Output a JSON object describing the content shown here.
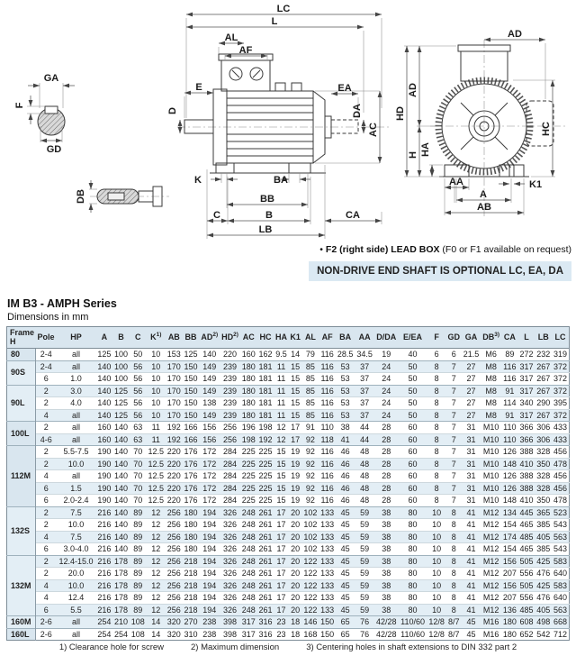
{
  "title": "IM B3 - AMPH Series",
  "subtitle": "Dimensions in mm",
  "notes": {
    "f2_bullet": "•",
    "f2_bold": "F2 (right side) LEAD BOX",
    "f2_rest": "(F0 or F1 available on request)",
    "banner": "NON-DRIVE END SHAFT IS OPTIONAL LC, EA, DA"
  },
  "drawing": {
    "labels": {
      "lc": "LC",
      "l": "L",
      "al": "AL",
      "af": "AF",
      "e": "E",
      "d": "D",
      "ea": "EA",
      "da": "DA",
      "ac": "AC",
      "k": "K",
      "ba": "BA",
      "bb": "BB",
      "c": "C",
      "b": "B",
      "ca": "CA",
      "lb": "LB",
      "ad": "AD",
      "hd": "HD",
      "h": "H",
      "ha": "HA",
      "hc": "HC",
      "aa": "AA",
      "a": "A",
      "ab": "AB",
      "k1": "K1",
      "ga": "GA",
      "f": "F",
      "gd": "GD",
      "db": "DB"
    }
  },
  "table": {
    "columns": [
      {
        "id": "frame",
        "label": "Frame H"
      },
      {
        "id": "pole",
        "label": "Pole"
      },
      {
        "id": "hp",
        "label": "HP"
      },
      {
        "id": "a",
        "label": "A"
      },
      {
        "id": "b",
        "label": "B"
      },
      {
        "id": "c",
        "label": "C"
      },
      {
        "id": "k",
        "label": "K",
        "sup": "1)"
      },
      {
        "id": "ab",
        "label": "AB"
      },
      {
        "id": "bb",
        "label": "BB"
      },
      {
        "id": "ad",
        "label": "AD",
        "sup": "2)"
      },
      {
        "id": "hd",
        "label": "HD",
        "sup": "2)"
      },
      {
        "id": "ac",
        "label": "AC"
      },
      {
        "id": "hc",
        "label": "HC"
      },
      {
        "id": "ha",
        "label": "HA"
      },
      {
        "id": "k1",
        "label": "K1"
      },
      {
        "id": "al",
        "label": "AL"
      },
      {
        "id": "af",
        "label": "AF"
      },
      {
        "id": "ba",
        "label": "BA"
      },
      {
        "id": "aa",
        "label": "AA"
      },
      {
        "id": "dda",
        "label": "D/DA"
      },
      {
        "id": "eea",
        "label": "E/EA"
      },
      {
        "id": "f",
        "label": "F"
      },
      {
        "id": "gd",
        "label": "GD"
      },
      {
        "id": "ga",
        "label": "GA"
      },
      {
        "id": "db",
        "label": "DB",
        "sup": "3)"
      },
      {
        "id": "ca",
        "label": "CA"
      },
      {
        "id": "l",
        "label": "L"
      },
      {
        "id": "lb",
        "label": "LB"
      },
      {
        "id": "lc",
        "label": "LC"
      }
    ],
    "groups": [
      {
        "frame": "80",
        "rows": [
          {
            "pole": "2-4",
            "hp": "all",
            "shaded": false,
            "values": [
              "125",
              "100",
              "50",
              "10",
              "153",
              "125",
              "140",
              "220",
              "160",
              "162",
              "9.5",
              "14",
              "79",
              "116",
              "28.5",
              "34.5",
              "19",
              "40",
              "6",
              "6",
              "21.5",
              "M6",
              "89",
              "272",
              "232",
              "319"
            ]
          }
        ]
      },
      {
        "frame": "90S",
        "rows": [
          {
            "pole": "2-4",
            "hp": "all",
            "shaded": true,
            "values": [
              "140",
              "100",
              "56",
              "10",
              "170",
              "150",
              "149",
              "239",
              "180",
              "181",
              "11",
              "15",
              "85",
              "116",
              "53",
              "37",
              "24",
              "50",
              "8",
              "7",
              "27",
              "M8",
              "116",
              "317",
              "267",
              "372"
            ]
          },
          {
            "pole": "6",
            "hp": "1.0",
            "shaded": false,
            "values": [
              "140",
              "100",
              "56",
              "10",
              "170",
              "150",
              "149",
              "239",
              "180",
              "181",
              "11",
              "15",
              "85",
              "116",
              "53",
              "37",
              "24",
              "50",
              "8",
              "7",
              "27",
              "M8",
              "116",
              "317",
              "267",
              "372"
            ]
          }
        ]
      },
      {
        "frame": "90L",
        "rows": [
          {
            "pole": "2",
            "hp": "3.0",
            "shaded": true,
            "values": [
              "140",
              "125",
              "56",
              "10",
              "170",
              "150",
              "149",
              "239",
              "180",
              "181",
              "11",
              "15",
              "85",
              "116",
              "53",
              "37",
              "24",
              "50",
              "8",
              "7",
              "27",
              "M8",
              "91",
              "317",
              "267",
              "372"
            ]
          },
          {
            "pole": "2",
            "hp": "4.0",
            "shaded": false,
            "values": [
              "140",
              "125",
              "56",
              "10",
              "170",
              "150",
              "138",
              "239",
              "180",
              "181",
              "11",
              "15",
              "85",
              "116",
              "53",
              "37",
              "24",
              "50",
              "8",
              "7",
              "27",
              "M8",
              "114",
              "340",
              "290",
              "395"
            ]
          },
          {
            "pole": "4",
            "hp": "all",
            "shaded": true,
            "values": [
              "140",
              "125",
              "56",
              "10",
              "170",
              "150",
              "149",
              "239",
              "180",
              "181",
              "11",
              "15",
              "85",
              "116",
              "53",
              "37",
              "24",
              "50",
              "8",
              "7",
              "27",
              "M8",
              "91",
              "317",
              "267",
              "372"
            ]
          }
        ]
      },
      {
        "frame": "100L",
        "rows": [
          {
            "pole": "2",
            "hp": "all",
            "shaded": false,
            "values": [
              "160",
              "140",
              "63",
              "11",
              "192",
              "166",
              "156",
              "256",
              "196",
              "198",
              "12",
              "17",
              "91",
              "110",
              "38",
              "44",
              "28",
              "60",
              "8",
              "7",
              "31",
              "M10",
              "110",
              "366",
              "306",
              "433"
            ]
          },
          {
            "pole": "4-6",
            "hp": "all",
            "shaded": true,
            "values": [
              "160",
              "140",
              "63",
              "11",
              "192",
              "166",
              "156",
              "256",
              "198",
              "192",
              "12",
              "17",
              "92",
              "118",
              "41",
              "44",
              "28",
              "60",
              "8",
              "7",
              "31",
              "M10",
              "110",
              "366",
              "306",
              "433"
            ]
          }
        ]
      },
      {
        "frame": "112M",
        "rows": [
          {
            "pole": "2",
            "hp": "5.5-7.5",
            "shaded": false,
            "values": [
              "190",
              "140",
              "70",
              "12.5",
              "220",
              "176",
              "172",
              "284",
              "225",
              "225",
              "15",
              "19",
              "92",
              "116",
              "46",
              "48",
              "28",
              "60",
              "8",
              "7",
              "31",
              "M10",
              "126",
              "388",
              "328",
              "456"
            ]
          },
          {
            "pole": "2",
            "hp": "10.0",
            "shaded": true,
            "values": [
              "190",
              "140",
              "70",
              "12.5",
              "220",
              "176",
              "172",
              "284",
              "225",
              "225",
              "15",
              "19",
              "92",
              "116",
              "46",
              "48",
              "28",
              "60",
              "8",
              "7",
              "31",
              "M10",
              "148",
              "410",
              "350",
              "478"
            ]
          },
          {
            "pole": "4",
            "hp": "all",
            "shaded": false,
            "values": [
              "190",
              "140",
              "70",
              "12.5",
              "220",
              "176",
              "172",
              "284",
              "225",
              "225",
              "15",
              "19",
              "92",
              "116",
              "46",
              "48",
              "28",
              "60",
              "8",
              "7",
              "31",
              "M10",
              "126",
              "388",
              "328",
              "456"
            ]
          },
          {
            "pole": "6",
            "hp": "1.5",
            "shaded": true,
            "values": [
              "190",
              "140",
              "70",
              "12.5",
              "220",
              "176",
              "172",
              "284",
              "225",
              "225",
              "15",
              "19",
              "92",
              "116",
              "46",
              "48",
              "28",
              "60",
              "8",
              "7",
              "31",
              "M10",
              "126",
              "388",
              "328",
              "456"
            ]
          },
          {
            "pole": "6",
            "hp": "2.0-2.4",
            "shaded": false,
            "values": [
              "190",
              "140",
              "70",
              "12.5",
              "220",
              "176",
              "172",
              "284",
              "225",
              "225",
              "15",
              "19",
              "92",
              "116",
              "46",
              "48",
              "28",
              "60",
              "8",
              "7",
              "31",
              "M10",
              "148",
              "410",
              "350",
              "478"
            ]
          }
        ]
      },
      {
        "frame": "132S",
        "rows": [
          {
            "pole": "2",
            "hp": "7.5",
            "shaded": true,
            "values": [
              "216",
              "140",
              "89",
              "12",
              "256",
              "180",
              "194",
              "326",
              "248",
              "261",
              "17",
              "20",
              "102",
              "133",
              "45",
              "59",
              "38",
              "80",
              "10",
              "8",
              "41",
              "M12",
              "134",
              "445",
              "365",
              "523"
            ]
          },
          {
            "pole": "2",
            "hp": "10.0",
            "shaded": false,
            "values": [
              "216",
              "140",
              "89",
              "12",
              "256",
              "180",
              "194",
              "326",
              "248",
              "261",
              "17",
              "20",
              "102",
              "133",
              "45",
              "59",
              "38",
              "80",
              "10",
              "8",
              "41",
              "M12",
              "154",
              "465",
              "385",
              "543"
            ]
          },
          {
            "pole": "4",
            "hp": "7.5",
            "shaded": true,
            "values": [
              "216",
              "140",
              "89",
              "12",
              "256",
              "180",
              "194",
              "326",
              "248",
              "261",
              "17",
              "20",
              "102",
              "133",
              "45",
              "59",
              "38",
              "80",
              "10",
              "8",
              "41",
              "M12",
              "174",
              "485",
              "405",
              "563"
            ]
          },
          {
            "pole": "6",
            "hp": "3.0-4.0",
            "shaded": false,
            "values": [
              "216",
              "140",
              "89",
              "12",
              "256",
              "180",
              "194",
              "326",
              "248",
              "261",
              "17",
              "20",
              "102",
              "133",
              "45",
              "59",
              "38",
              "80",
              "10",
              "8",
              "41",
              "M12",
              "154",
              "465",
              "385",
              "543"
            ]
          }
        ]
      },
      {
        "frame": "132M",
        "rows": [
          {
            "pole": "2",
            "hp": "12.4-15.0",
            "shaded": true,
            "values": [
              "216",
              "178",
              "89",
              "12",
              "256",
              "218",
              "194",
              "326",
              "248",
              "261",
              "17",
              "20",
              "122",
              "133",
              "45",
              "59",
              "38",
              "80",
              "10",
              "8",
              "41",
              "M12",
              "156",
              "505",
              "425",
              "583"
            ]
          },
          {
            "pole": "2",
            "hp": "20.0",
            "shaded": false,
            "values": [
              "216",
              "178",
              "89",
              "12",
              "256",
              "218",
              "194",
              "326",
              "248",
              "261",
              "17",
              "20",
              "122",
              "133",
              "45",
              "59",
              "38",
              "80",
              "10",
              "8",
              "41",
              "M12",
              "207",
              "556",
              "476",
              "640"
            ]
          },
          {
            "pole": "4",
            "hp": "10.0",
            "shaded": true,
            "values": [
              "216",
              "178",
              "89",
              "12",
              "256",
              "218",
              "194",
              "326",
              "248",
              "261",
              "17",
              "20",
              "122",
              "133",
              "45",
              "59",
              "38",
              "80",
              "10",
              "8",
              "41",
              "M12",
              "156",
              "505",
              "425",
              "583"
            ]
          },
          {
            "pole": "4",
            "hp": "12.4",
            "shaded": false,
            "values": [
              "216",
              "178",
              "89",
              "12",
              "256",
              "218",
              "194",
              "326",
              "248",
              "261",
              "17",
              "20",
              "122",
              "133",
              "45",
              "59",
              "38",
              "80",
              "10",
              "8",
              "41",
              "M12",
              "207",
              "556",
              "476",
              "640"
            ]
          },
          {
            "pole": "6",
            "hp": "5.5",
            "shaded": true,
            "values": [
              "216",
              "178",
              "89",
              "12",
              "256",
              "218",
              "194",
              "326",
              "248",
              "261",
              "17",
              "20",
              "122",
              "133",
              "45",
              "59",
              "38",
              "80",
              "10",
              "8",
              "41",
              "M12",
              "136",
              "485",
              "405",
              "563"
            ]
          }
        ]
      },
      {
        "frame": "160M",
        "rows": [
          {
            "pole": "2-6",
            "hp": "all",
            "shaded": true,
            "values": [
              "254",
              "210",
              "108",
              "14",
              "320",
              "270",
              "238",
              "398",
              "317",
              "316",
              "23",
              "18",
              "146",
              "150",
              "65",
              "76",
              "42/28",
              "110/60",
              "12/8",
              "8/7",
              "45",
              "M16",
              "180",
              "608",
              "498",
              "668"
            ]
          }
        ]
      },
      {
        "frame": "160L",
        "rows": [
          {
            "pole": "2-6",
            "hp": "all",
            "shaded": false,
            "values": [
              "254",
              "254",
              "108",
              "14",
              "320",
              "310",
              "238",
              "398",
              "317",
              "316",
              "23",
              "18",
              "168",
              "150",
              "65",
              "76",
              "42/28",
              "110/60",
              "12/8",
              "8/7",
              "45",
              "M16",
              "180",
              "652",
              "542",
              "712"
            ]
          }
        ]
      }
    ]
  },
  "footnotes": [
    "1) Clearance hole for screw",
    "2) Maximum dimension",
    "3) Centering holes in shaft extensions to DIN 332 part 2"
  ]
}
